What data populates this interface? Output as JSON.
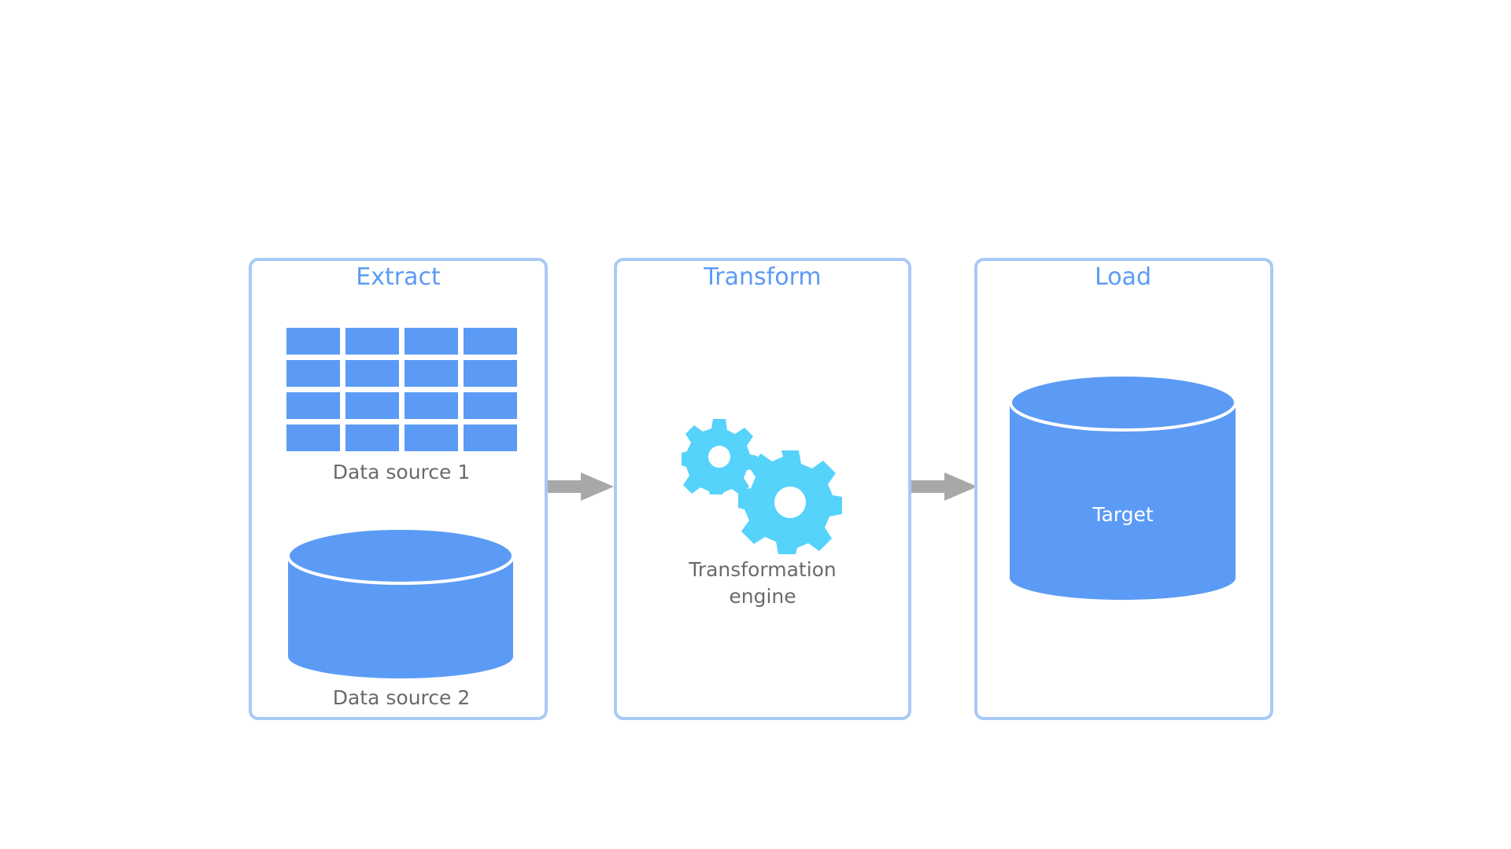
{
  "stages": {
    "extract": {
      "title": "Extract",
      "source1_label": "Data source 1",
      "source2_label": "Data source 2"
    },
    "transform": {
      "title": "Transform",
      "engine_label_line1": "Transformation",
      "engine_label_line2": "engine"
    },
    "load": {
      "title": "Load",
      "target_label": "Target"
    }
  },
  "colors": {
    "frame": "#a9c9f6",
    "title": "#5b9bf5",
    "shape_fill": "#5b9bf5",
    "gear_fill": "#55d3fa",
    "arrow": "#a8a8a8",
    "caption": "#6a6a6a"
  }
}
